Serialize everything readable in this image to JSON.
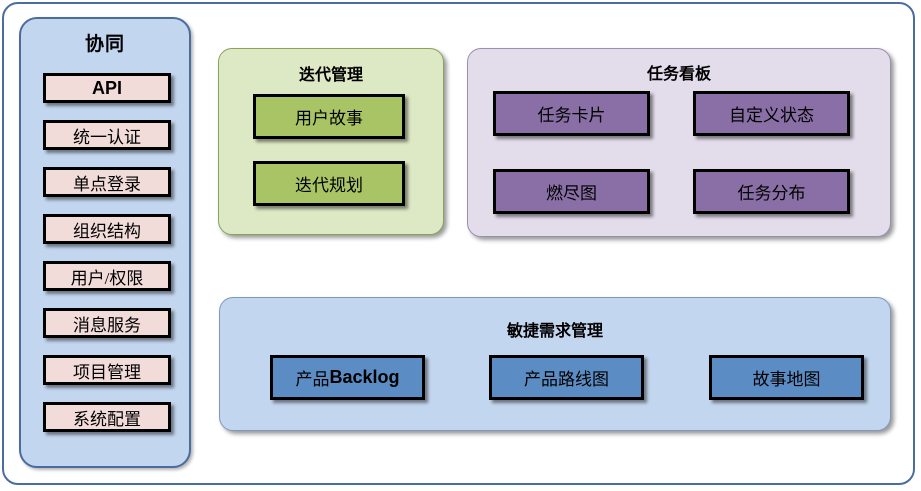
{
  "frame": {
    "accent_color": "#4a6d9e"
  },
  "sidebar": {
    "title": "协同",
    "bg_color": "#c3d6ef",
    "item_color": "#f2dcda",
    "items": [
      {
        "label": "API",
        "style": "bold"
      },
      {
        "label": "统一认证",
        "style": "serif"
      },
      {
        "label": "单点登录",
        "style": "serif"
      },
      {
        "label": "组织结构",
        "style": "serif"
      },
      {
        "label": "用户/权限",
        "style": "serif"
      },
      {
        "label": "消息服务",
        "style": "serif"
      },
      {
        "label": "项目管理",
        "style": "serif"
      },
      {
        "label": "系统配置",
        "style": "serif"
      }
    ]
  },
  "iteration_panel": {
    "title": "迭代管理",
    "bg_color": "#dde8c4",
    "box_color": "#a8c464",
    "items": [
      {
        "label": "用户故事"
      },
      {
        "label": "迭代规划"
      }
    ]
  },
  "taskboard_panel": {
    "title": "任务看板",
    "bg_color": "#e3dcea",
    "box_color": "#8a6fa6",
    "items": [
      {
        "label": "任务卡片"
      },
      {
        "label": "自定义状态"
      },
      {
        "label": "燃尽图"
      },
      {
        "label": "任务分布"
      }
    ]
  },
  "agile_panel": {
    "title": "敏捷需求管理",
    "bg_color": "#c3d6ef",
    "box_color": "#5b8cc4",
    "items": [
      {
        "label": "产品Backlog",
        "cjk": "产品",
        "latin": "Backlog"
      },
      {
        "label": "产品路线图"
      },
      {
        "label": "故事地图"
      }
    ]
  }
}
